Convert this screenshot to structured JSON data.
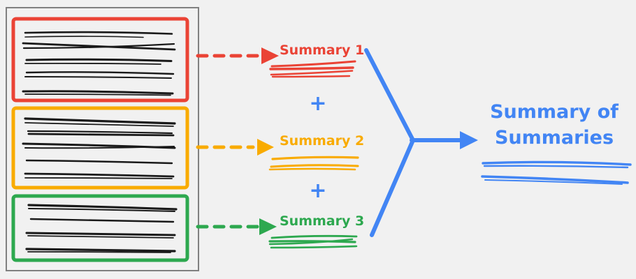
{
  "diagram": {
    "title_text": "Summary of Summaries",
    "background_color": "#f1f1f1",
    "document_container": {
      "name": "source-document-stack",
      "border_color": "#808080"
    },
    "source_groups": [
      {
        "id": "group-1",
        "color": "#EA4335",
        "line_count": 5,
        "arrow_style": "dashed",
        "summary_label": "Summary 1",
        "summary_line_count": 2
      },
      {
        "id": "group-2",
        "color": "#F9AB00",
        "line_count": 5,
        "arrow_style": "dashed",
        "summary_label": "Summary 2",
        "summary_line_count": 2
      },
      {
        "id": "group-3",
        "color": "#2DA84F",
        "line_count": 4,
        "arrow_style": "dashed",
        "summary_label": "Summary 3",
        "summary_line_count": 2
      }
    ],
    "operators": [
      {
        "id": "plus-1",
        "symbol": "+",
        "color": "#4285F4"
      },
      {
        "id": "plus-2",
        "symbol": "+",
        "color": "#4285F4"
      }
    ],
    "merge": {
      "color": "#4285F4",
      "shape": "y-junction-arrow"
    },
    "final_summary": {
      "line_1": "Summary of",
      "line_2": "Summaries",
      "color": "#4285F4",
      "summary_line_count": 2
    },
    "text_line_color": "#1a1a1a"
  }
}
